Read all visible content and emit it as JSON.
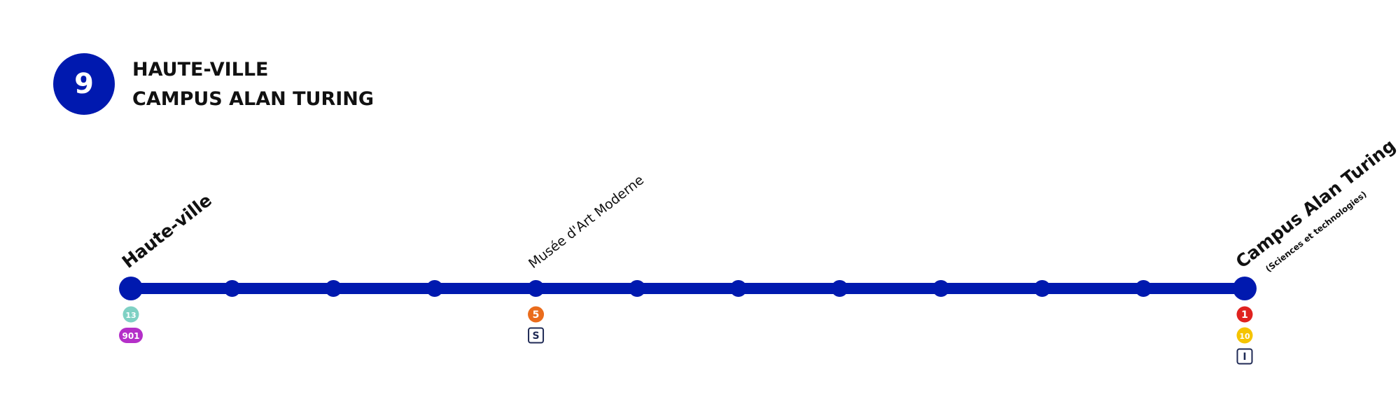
{
  "line": {
    "number": "9",
    "color": "#0019AF",
    "title_lines": [
      "HAUTE-VILLE",
      "CAMPUS ALAN TURING"
    ]
  },
  "stations": [
    {
      "name": "Haute-ville",
      "terminus": true,
      "labeled": true,
      "connections": [
        {
          "type": "round",
          "label": "13",
          "bg": "#7fd1c4",
          "fg": "#ffffff"
        },
        {
          "type": "pill",
          "label": "901",
          "bg": "#b42fc8",
          "fg": "#ffffff"
        }
      ]
    },
    {
      "name": "",
      "terminus": false,
      "labeled": false,
      "connections": []
    },
    {
      "name": "",
      "terminus": false,
      "labeled": false,
      "connections": []
    },
    {
      "name": "",
      "terminus": false,
      "labeled": false,
      "connections": []
    },
    {
      "name": "Musée d'Art Moderne",
      "terminus": false,
      "labeled": true,
      "connections": [
        {
          "type": "round",
          "label": "5",
          "bg": "#ea6c1c",
          "fg": "#ffffff"
        },
        {
          "type": "square",
          "label": "S",
          "bg": "#ffffff",
          "fg": "#1f2a55"
        }
      ]
    },
    {
      "name": "",
      "terminus": false,
      "labeled": false,
      "connections": []
    },
    {
      "name": "",
      "terminus": false,
      "labeled": false,
      "connections": []
    },
    {
      "name": "",
      "terminus": false,
      "labeled": false,
      "connections": []
    },
    {
      "name": "",
      "terminus": false,
      "labeled": false,
      "connections": []
    },
    {
      "name": "",
      "terminus": false,
      "labeled": false,
      "connections": []
    },
    {
      "name": "",
      "terminus": false,
      "labeled": false,
      "connections": []
    },
    {
      "name": "Campus Alan Turing",
      "subtitle": "(Sciences et technologies)",
      "terminus": true,
      "labeled": true,
      "info_icon": "info-icon",
      "connections": [
        {
          "type": "round",
          "label": "1",
          "bg": "#e0221f",
          "fg": "#ffffff"
        },
        {
          "type": "round",
          "label": "10",
          "bg": "#f5c400",
          "fg": "#ffffff"
        },
        {
          "type": "square",
          "label": "I",
          "bg": "#ffffff",
          "fg": "#1f2a55"
        }
      ]
    }
  ]
}
